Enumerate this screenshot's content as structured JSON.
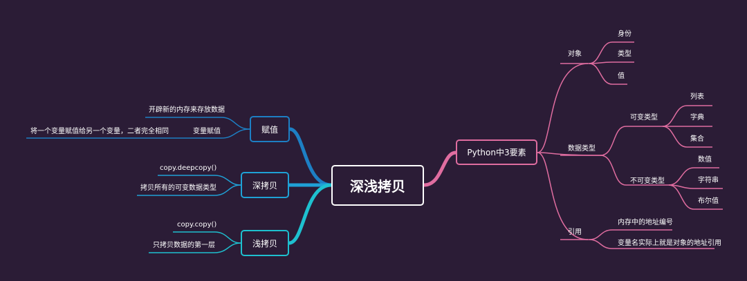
{
  "center": {
    "label": "深浅拷贝"
  },
  "right": {
    "root": "Python中3要素",
    "object": {
      "label": "对象",
      "children": [
        "身份",
        "类型",
        "值"
      ]
    },
    "datatype": {
      "label": "数据类型",
      "mutable": {
        "label": "可变类型",
        "children": [
          "列表",
          "字典",
          "集合"
        ]
      },
      "immutable": {
        "label": "不可变类型",
        "children": [
          "数值",
          "字符串",
          "布尔值"
        ]
      }
    },
    "reference": {
      "label": "引用",
      "children": [
        "内存中的地址编号",
        "变量名实际上就是对象的地址引用"
      ]
    }
  },
  "left": {
    "assign": {
      "label": "赋值",
      "child1": "开辟新的内存来存放数据",
      "child2": "变量赋值",
      "grandchild": "将一个变量赋值给另一个变量，二者完全相同"
    },
    "deep": {
      "label": "深拷贝",
      "children": [
        "copy.deepcopy()",
        "拷贝所有的可变数据类型"
      ]
    },
    "shallow": {
      "label": "浅拷贝",
      "children": [
        "copy.copy()",
        "只拷贝数据的第一层"
      ]
    }
  },
  "colors": {
    "background": "#2b1c36",
    "pink": "#e06da0",
    "blue": "#1d7fc4",
    "lightblue": "#1fa1d6",
    "cyan": "#1ec0cf"
  }
}
